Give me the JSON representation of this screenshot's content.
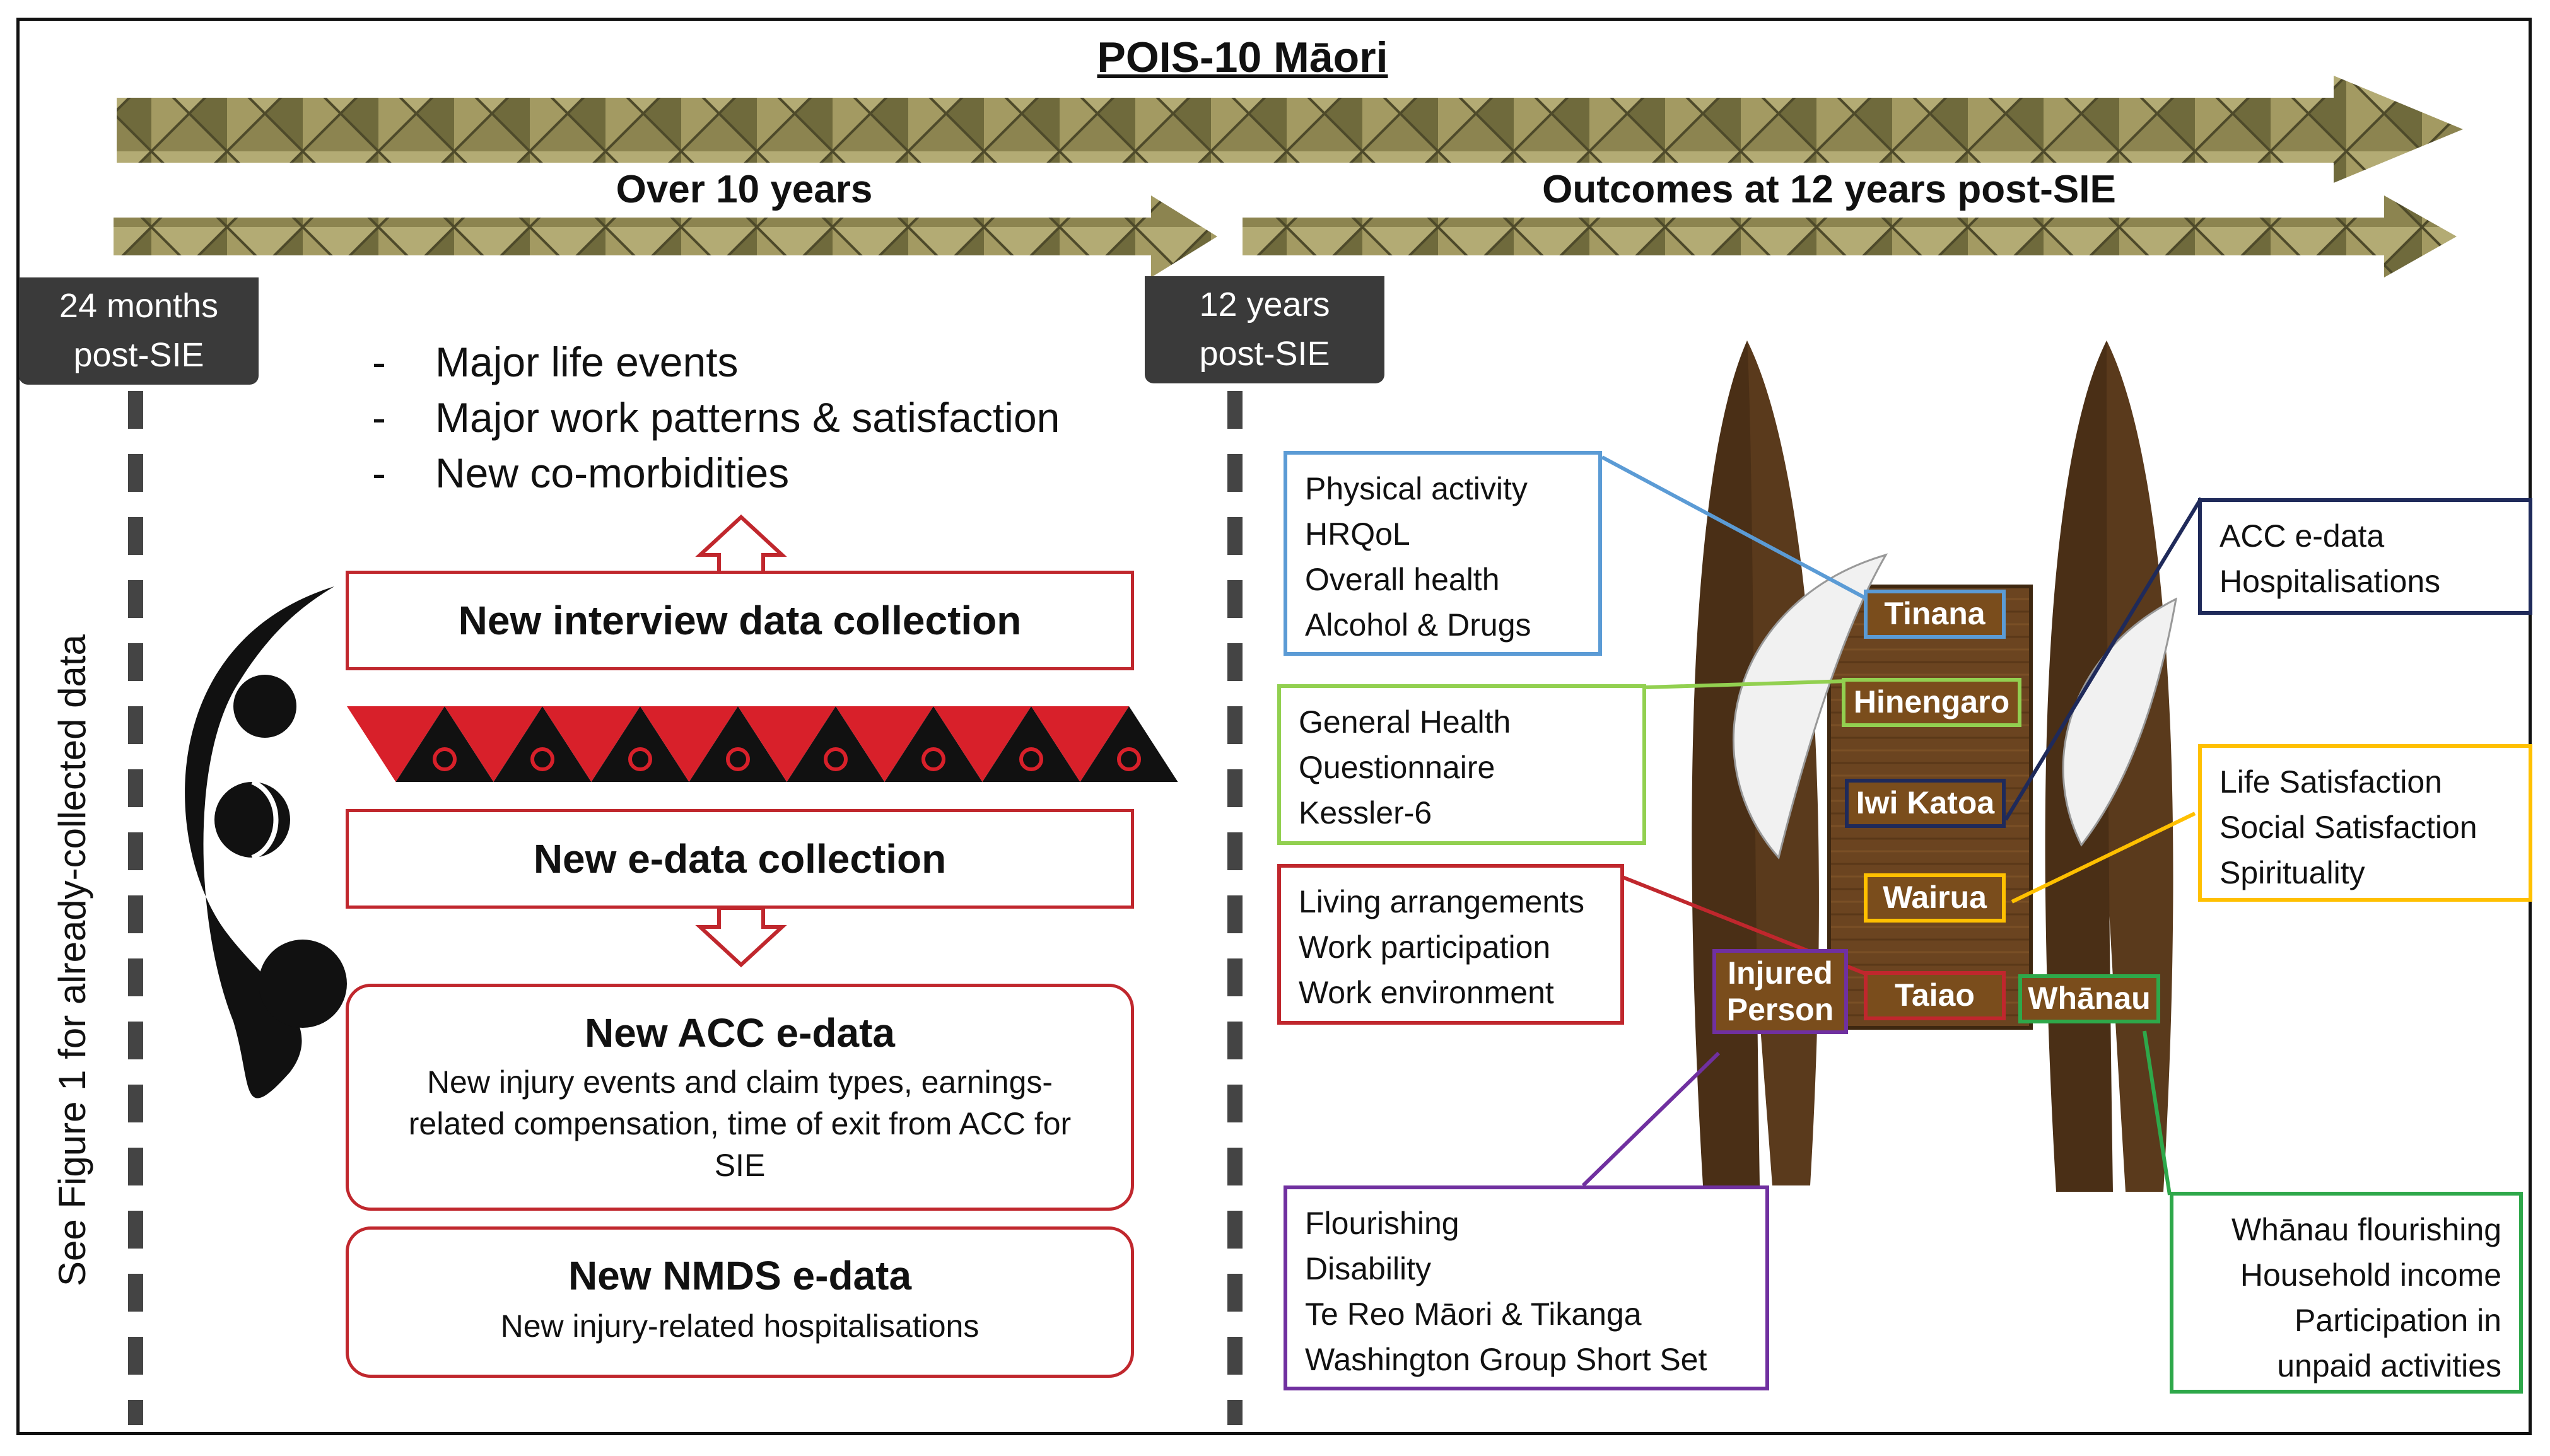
{
  "header": {
    "main_title": "POIS-10 Māori",
    "left_arrow": "Over 10 years",
    "right_arrow": "Outcomes at 12 years post-SIE"
  },
  "timepoints": {
    "left": [
      "24 months",
      "post-SIE"
    ],
    "right": [
      "12 years",
      "post-SIE"
    ]
  },
  "side_note": "See Figure 1 for already-collected data",
  "interview_topics": [
    "Major life events",
    "Major work patterns & satisfaction",
    "New co-morbidities"
  ],
  "collection": {
    "interview": "New interview data collection",
    "edata": "New e-data collection"
  },
  "acc_box": {
    "title": "New ACC e-data",
    "lines": [
      "New injury events and claim types, earnings-",
      "related compensation, time of exit from ACC for",
      "SIE"
    ]
  },
  "nmds_box": {
    "title": "New NMDS e-data",
    "line": "New injury-related hospitalisations"
  },
  "canoe_labels": {
    "tinana": "Tinana",
    "hinengaro": "Hinengaro",
    "iwi_katoa": "Iwi Katoa",
    "wairua": "Wairua",
    "taiao": "Taiao",
    "injured_person": [
      "Injured",
      "Person"
    ],
    "whanau": "Whānau"
  },
  "outcome_boxes": {
    "tinana": [
      "Physical activity",
      "HRQoL",
      "Overall health",
      "Alcohol & Drugs"
    ],
    "hinengaro": [
      "General Health",
      "Questionnaire",
      "Kessler-6"
    ],
    "taiao": [
      "Living arrangements",
      "Work participation",
      "Work environment"
    ],
    "injured_person": [
      "Flourishing",
      "Disability",
      "Te Reo Māori & Tikanga",
      "Washington Group Short Set"
    ],
    "iwi_katoa": [
      "ACC e-data",
      "Hospitalisations"
    ],
    "wairua": [
      "Life Satisfaction",
      "Social Satisfaction",
      "Spirituality"
    ],
    "whanau": [
      "Whānau flourishing",
      "Household income",
      "Participation in",
      "unpaid activities"
    ]
  },
  "colors": {
    "tinana": "#5b9bd5",
    "hinengaro": "#92d050",
    "iwi_katoa": "#1f2a5a",
    "wairua": "#ffc000",
    "taiao": "#c0272d",
    "injured_person": "#7030a0",
    "whanau": "#2ea84a",
    "red_box": "#c0272d",
    "arrow_weave": "#8c8450",
    "tab_dark": "#3a3a3a"
  }
}
